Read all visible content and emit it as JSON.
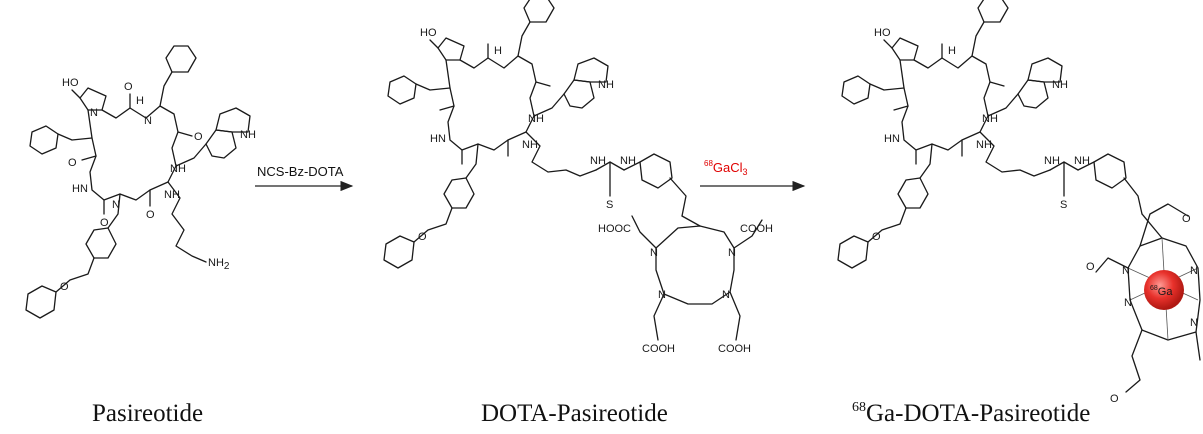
{
  "labels": {
    "compound1": "Pasireotide",
    "compound2": "DOTA-Pasireotide",
    "compound3_sup": "68",
    "compound3": "Ga-DOTA-Pasireotide"
  },
  "arrows": {
    "step1_reagent": "NCS-Bz-DOTA",
    "step2_sup": "68",
    "step2_reagent": "GaCl",
    "step2_sub": "3"
  },
  "colors": {
    "reagent_red": "#e00000",
    "gallium_sphere": "#e8312b"
  },
  "atom_labels": {
    "ho": "HO",
    "h": "H",
    "n": "N",
    "nh": "NH",
    "hn": "HN",
    "o": "O",
    "s": "S",
    "nh2": "NH",
    "nh2_sub": "2",
    "cooh": "COOH",
    "hooc": "HOOC",
    "ga_sup": "68",
    "ga": "Ga"
  }
}
